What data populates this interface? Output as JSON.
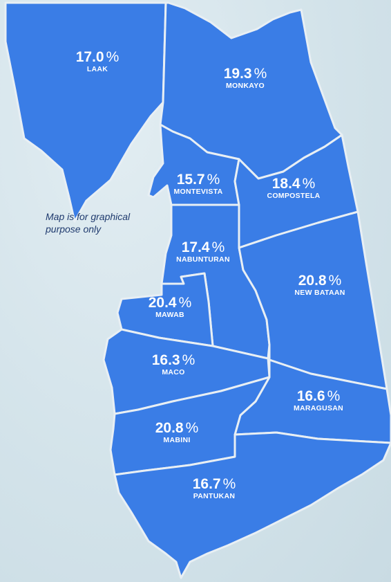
{
  "note": "Map is for graphical purpose only",
  "colors": {
    "region_fill": "#3a7de6",
    "border": "#e8eff4",
    "label": "#ffffff",
    "note": "#1f3a6e"
  },
  "regions": [
    {
      "name": "LAAK",
      "value": "17.0",
      "unit": "%"
    },
    {
      "name": "MONKAYO",
      "value": "19.3",
      "unit": "%"
    },
    {
      "name": "MONTEVISTA",
      "value": "15.7",
      "unit": "%"
    },
    {
      "name": "COMPOSTELA",
      "value": "18.4",
      "unit": "%"
    },
    {
      "name": "NABUNTURAN",
      "value": "17.4",
      "unit": "%"
    },
    {
      "name": "NEW BATAAN",
      "value": "20.8",
      "unit": "%"
    },
    {
      "name": "MAWAB",
      "value": "20.4",
      "unit": "%"
    },
    {
      "name": "MACO",
      "value": "16.3",
      "unit": "%"
    },
    {
      "name": "MARAGUSAN",
      "value": "16.6",
      "unit": "%"
    },
    {
      "name": "MABINI",
      "value": "20.8",
      "unit": "%"
    },
    {
      "name": "PANTUKAN",
      "value": "16.7",
      "unit": "%"
    }
  ]
}
